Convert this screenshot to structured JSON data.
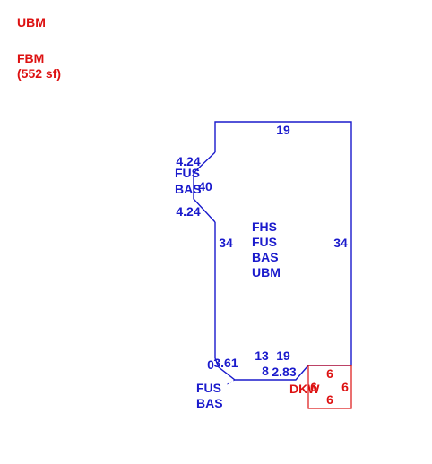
{
  "header": {
    "line1": "UBM",
    "line2": "FBM",
    "line3": "(552 sf)"
  },
  "colors": {
    "main": "#1a1acc",
    "deck": "#dd1111"
  },
  "labels": {
    "top_width": "19",
    "left_height": "34",
    "right_height": "34",
    "bottom_13": "13",
    "bottom_19": "19",
    "bottom_8": "8",
    "bottom_283": "2.83",
    "bottom_361": "3.61",
    "bottom_0": "0",
    "bay_top": "4.24",
    "bay_bottom": "4.24",
    "bay_depth": "40",
    "bay_fus": "FUS",
    "bay_bas": "BAS",
    "center_1": "FHS",
    "center_2": "FUS",
    "center_3": "BAS",
    "center_4": "UBM",
    "bottom_fus": "FUS",
    "bottom_bas": "BAS",
    "deck_label": "DKW",
    "deck_top": "6",
    "deck_right": "6",
    "deck_bottom": "6",
    "deck_left": "6"
  }
}
